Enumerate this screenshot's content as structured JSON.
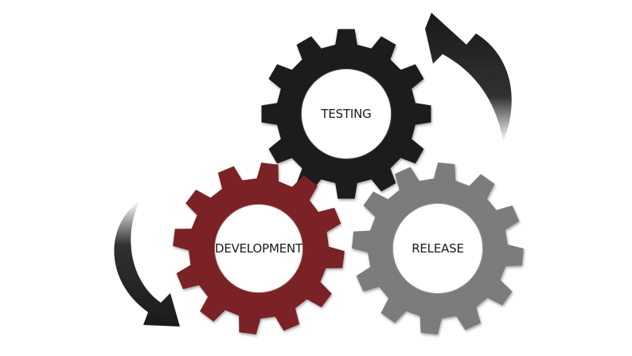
{
  "gears": [
    {
      "id": "testing",
      "label": "TESTING",
      "color": "#1c1c1c"
    },
    {
      "id": "development",
      "label": "DEVELOPMENT",
      "color": "#7a2126"
    },
    {
      "id": "release",
      "label": "RELEASE",
      "color": "#7c7c7c"
    }
  ],
  "arrows": [
    {
      "id": "top-right",
      "color": "#1a1a1a"
    },
    {
      "id": "bottom-left",
      "color": "#1a1a1a"
    }
  ]
}
